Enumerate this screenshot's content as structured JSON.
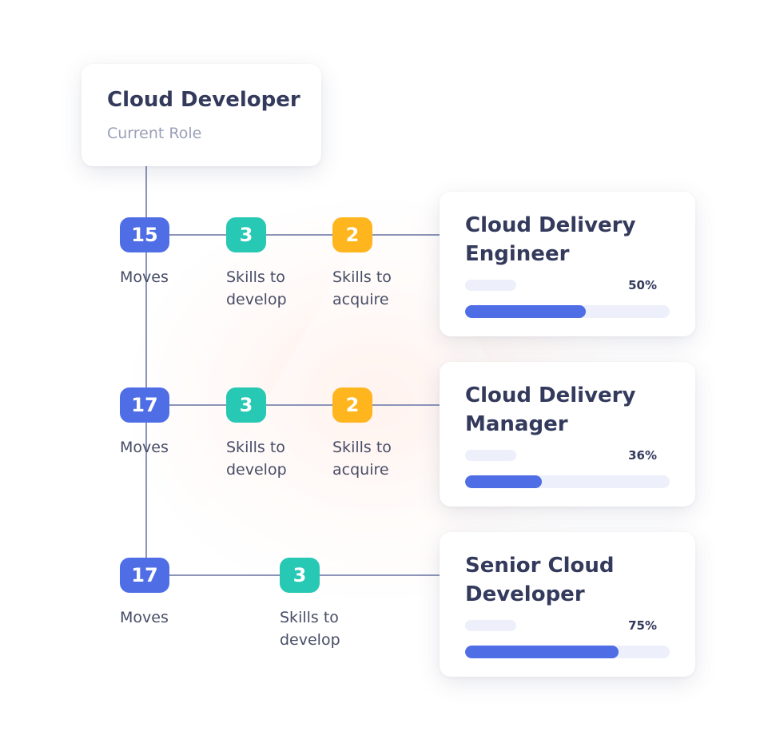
{
  "current_role": {
    "title": "Cloud Developer",
    "subtitle": "Current Role"
  },
  "paths": [
    {
      "moves": "15",
      "moves_label": "Moves",
      "develop": "3",
      "develop_label": "Skills to develop",
      "acquire": "2",
      "acquire_label": "Skills to acquire",
      "role": "Cloud Delivery Engineer",
      "percent_label": "50%",
      "progress": 0.59
    },
    {
      "moves": "17",
      "moves_label": "Moves",
      "develop": "3",
      "develop_label": "Skills to develop",
      "acquire": "2",
      "acquire_label": "Skills to acquire",
      "role": "Cloud Delivery Manager",
      "percent_label": "36%",
      "progress": 0.375
    },
    {
      "moves": "17",
      "moves_label": "Moves",
      "develop": "3",
      "develop_label": "Skills to develop",
      "role": "Senior Cloud Developer",
      "percent_label": "75%",
      "progress": 0.75
    }
  ],
  "colors": {
    "moves": "#4f6ee6",
    "develop": "#27c8b4",
    "acquire": "#ffb51d",
    "bar_fill": "#4f6ee6",
    "bar_track": "#edf0fb",
    "title_text": "#333a5c"
  }
}
